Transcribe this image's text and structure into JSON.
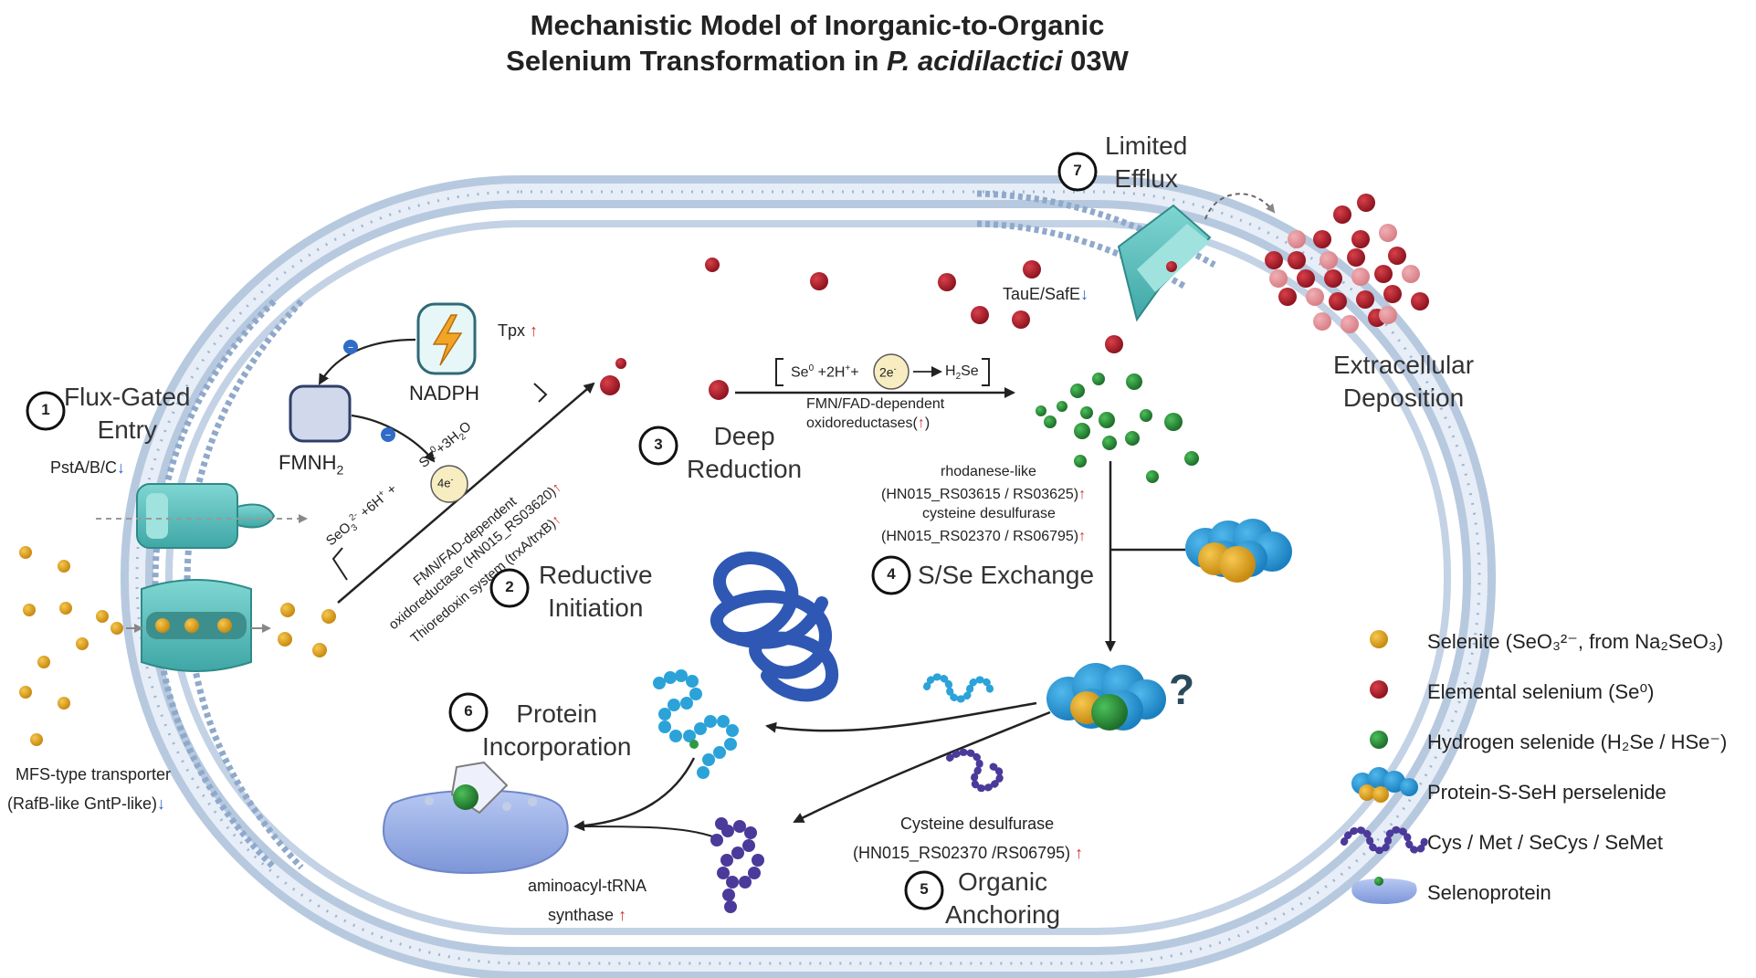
{
  "title": {
    "line1": "Mechanistic Model of Inorganic-to-Organic",
    "line2_prefix": "Selenium Transformation in ",
    "line2_italic": "P. acidilactici",
    "line2_suffix": " 03W"
  },
  "steps": {
    "s1": {
      "num": "1",
      "line1": "Flux-Gated",
      "line2": "Entry"
    },
    "s2": {
      "num": "2",
      "line1": "Reductive",
      "line2": "Initiation"
    },
    "s3": {
      "num": "3",
      "line1": "Deep",
      "line2": "Reduction"
    },
    "s4": {
      "num": "4",
      "line1": "S/Se Exchange"
    },
    "s5": {
      "num": "5",
      "line1": "Organic",
      "line2": "Anchoring"
    },
    "s6": {
      "num": "6",
      "line1": "Protein",
      "line2": "Incorporation"
    },
    "s7": {
      "num": "7",
      "line1": "Limited",
      "line2": "Efflux"
    }
  },
  "labels": {
    "pst": "PstA/B/C",
    "mfs1": "MFS-type transporter",
    "mfs2": "(RafB-like GntP-like)",
    "tpx": "Tpx",
    "nadph": "NADPH",
    "fmnh2": "FMNH",
    "fmnh2_sub": "2",
    "four_e": "4e",
    "rx2_reactant": "SeO",
    "rx2_plus": "+6H",
    "rx2_product": "Se",
    "rx2_product_tail": "+3H",
    "rx2_enz1": "FMN/FAD-dependent",
    "rx2_enz2": "oxidoreductase (HN015_RS03620)",
    "rx2_enz3": "Thioredoxin system (trxA/trxB)",
    "rx3_left": "Se",
    "rx3_plus": "+2H",
    "rx3_e": "2e",
    "rx3_right": "H",
    "rx3_right_tail": "Se",
    "rx3_enz1": "FMN/FAD-dependent",
    "rx3_enz2": "oxidoreductases(",
    "rx3_enz2_close": ")",
    "rhod1": "rhodanese-like",
    "rhod2": "(HN015_RS03615 / RS03625)",
    "cysd1": "cysteine desulfurase",
    "cysd2": "(HN015_RS02370 / RS06795)",
    "taue": "TauE/SafE",
    "extracellular1": "Extracellular",
    "extracellular2": "Deposition",
    "cysdes_b1": "Cysteine desulfurase",
    "cysdes_b2": "(HN015_RS02370 /RS06795)",
    "aatrna1": "aminoacyl-tRNA",
    "aatrna2": "synthase",
    "question": "?"
  },
  "arrows": {
    "up": "↑",
    "down": "↓"
  },
  "legend": [
    {
      "icon": "selenite-icon",
      "text": "Selenite (SeO₃²⁻, from Na₂SeO₃)"
    },
    {
      "icon": "elemental-selenium-icon",
      "text": "Elemental selenium (Se⁰)"
    },
    {
      "icon": "hydrogen-selenide-icon",
      "text": "Hydrogen selenide (H₂Se / HSe⁻)"
    },
    {
      "icon": "perselenide-icon",
      "text": "Protein-S-SeH perselenide"
    },
    {
      "icon": "amino-acid-chain-icon",
      "text": "Cys / Met / SeCys / SeMet"
    },
    {
      "icon": "selenoprotein-icon",
      "text": "Selenoprotein"
    }
  ],
  "colors": {
    "selenite": "#e0a020",
    "elemental_se": "#b8222e",
    "h2se": "#2e9a3e",
    "protein_blue": "#2b9fd8",
    "membrane": "#b7c9df",
    "transporter": "#5cc0c0",
    "purple_chain": "#4b3a9a",
    "up": "#d03030",
    "down": "#2f5fd0"
  }
}
